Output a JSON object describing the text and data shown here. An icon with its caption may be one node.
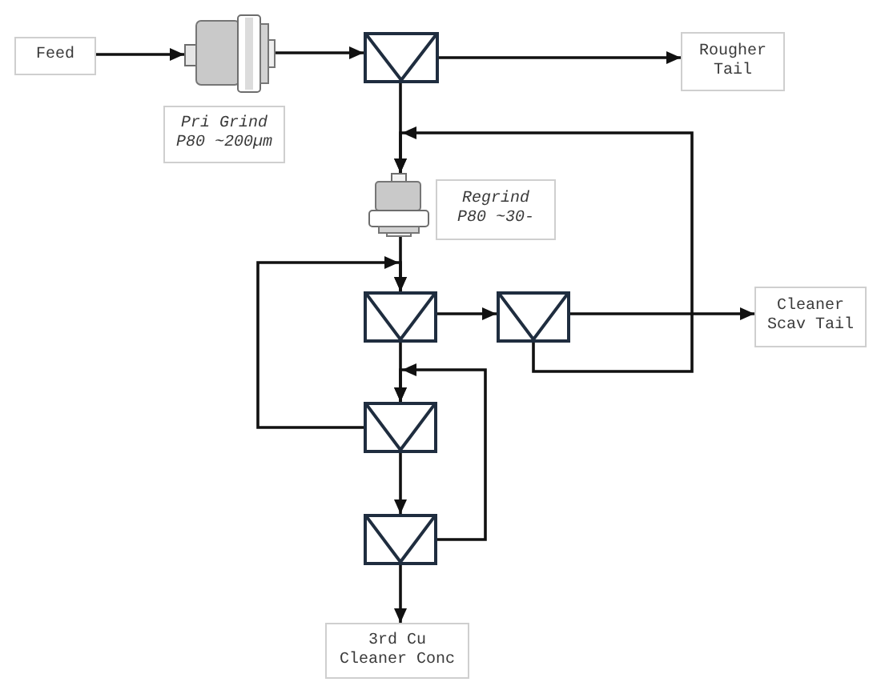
{
  "diagram": {
    "nodes": [
      {
        "text": [
          "Feed"
        ]
      },
      {
        "text": [],
        "shape": "picture"
      },
      {
        "text": [],
        "shape": "box"
      },
      {
        "text": [
          "Rougher Tail"
        ]
      },
      {
        "text": [
          "Pri Grind P80 ~200µm"
        ]
      },
      {
        "text": [],
        "shape": "picture"
      },
      {
        "text": [
          "Regrind P80 ~30-"
        ]
      },
      {
        "text": [],
        "shape": "box"
      },
      {
        "text": [],
        "shape": "box"
      },
      {
        "text": [
          "Cleaner Scav Tail"
        ]
      },
      {
        "text": [],
        "shape": "box"
      },
      {
        "text": [],
        "shape": "box"
      },
      {
        "text": [
          "3rd Cu Cleaner Conc"
        ]
      }
    ],
    "edges": [
      {
        "from": 0,
        "to": 1,
        "arrow": "to"
      },
      {
        "from": 1,
        "to": 2,
        "arrow": "to"
      },
      {
        "from": 2,
        "to": 3,
        "arrow": "to"
      },
      {
        "from": 2,
        "to": 5,
        "arrow": "to"
      },
      {
        "from": 8,
        "to": 5,
        "arrow": "to"
      },
      {
        "from": 5,
        "to": 7,
        "arrow": "to"
      },
      {
        "from": 7,
        "to": 8,
        "arrow": "to"
      },
      {
        "from": 8,
        "to": 9,
        "arrow": "to"
      },
      {
        "from": 7,
        "to": 10,
        "arrow": "to"
      },
      {
        "from": 10,
        "to": 7,
        "arrow": "to"
      },
      {
        "from": 10,
        "to": 11,
        "arrow": "to"
      },
      {
        "from": 11,
        "to": 10,
        "arrow": "to"
      },
      {
        "from": 11,
        "to": 12,
        "arrow": "to"
      }
    ]
  }
}
